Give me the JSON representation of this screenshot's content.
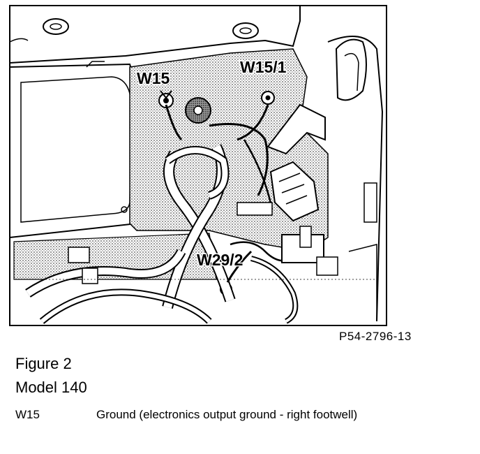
{
  "figure": {
    "photo_id": "P54-2796-13",
    "title": "Figure 2",
    "model": "Model 140"
  },
  "callouts": [
    "W15",
    "W15/1",
    "W29/2"
  ],
  "legend": [
    {
      "code": "W15",
      "description": "Ground (electronics output ground - right footwell)"
    }
  ],
  "colors": {
    "ink": "#000000",
    "paper": "#ffffff",
    "stipple": "#bdbdbd"
  }
}
